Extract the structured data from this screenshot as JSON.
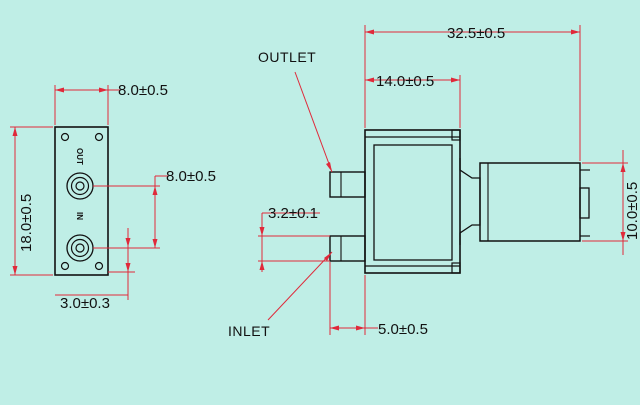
{
  "background": "#bfeee6",
  "colors": {
    "dimension_line": "#e0293a",
    "outline": "#111111"
  },
  "front_view": {
    "width_dim": "8.0±0.5",
    "height_dim": "18.0±0.5",
    "port_spacing_dim": "8.0±0.5",
    "edge_offset_dim": "3.0±0.3",
    "port_top_label": "OUT",
    "port_bottom_label": "IN"
  },
  "side_view": {
    "overall_length_dim": "32.5±0.5",
    "body_length_dim": "14.0±0.5",
    "nozzle_dim": "3.2±0.1",
    "nozzle_length_dim": "5.0±0.5",
    "motor_dim": "10.0±0.5",
    "outlet_label": "OUTLET",
    "inlet_label": "INLET"
  }
}
